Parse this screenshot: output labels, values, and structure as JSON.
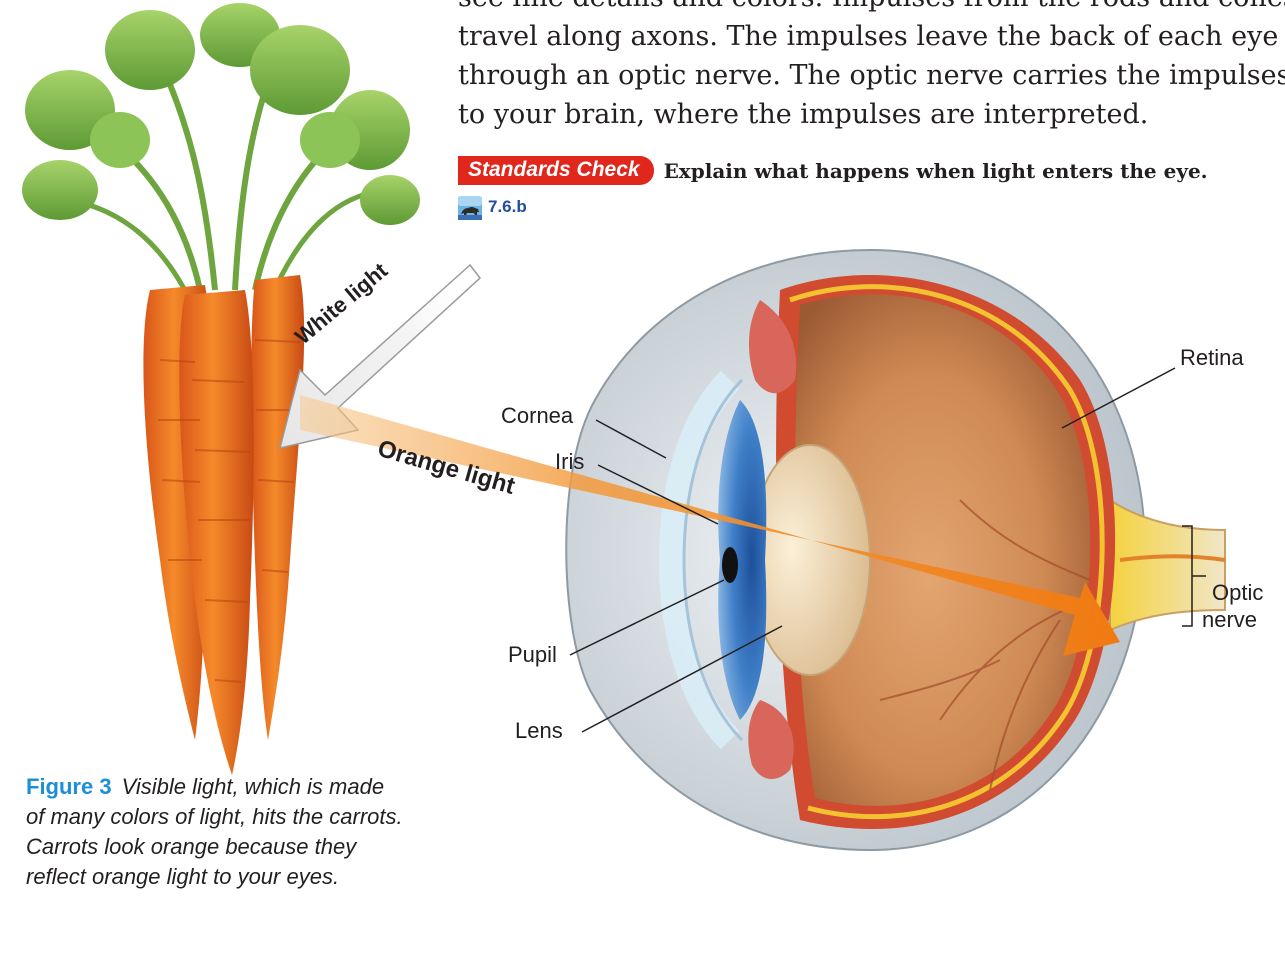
{
  "body_text": [
    "see fine details and colors. Impulses from the rods and cones",
    "travel along axons. The impulses leave the back of each eye",
    "through an optic nerve. The optic nerve carries the impulses",
    "to your brain, where the impulses are interpreted."
  ],
  "standards_check": {
    "badge": "Standards Check",
    "question": "Explain what happens when light enters the eye.",
    "code": "7.6.b"
  },
  "arrows": {
    "white_light": "White light",
    "orange_light": "Orange light"
  },
  "eye_labels": {
    "cornea": "Cornea",
    "iris": "Iris",
    "pupil": "Pupil",
    "lens": "Lens",
    "retina": "Retina",
    "optic_nerve_line1": "Optic",
    "optic_nerve_line2": "nerve"
  },
  "caption": {
    "figure_number": "Figure 3",
    "text": "Visible light, which is made of many colors of light, hits the carrots. Carrots look orange because they reflect orange light to your eyes."
  },
  "colors": {
    "figure_blue": "#1c8fd6",
    "standards_red": "#e1261c",
    "carrot_orange": "#ef7a1e",
    "eye_interior": "#c98858",
    "retina_yellow": "#f2c230",
    "iris_blue": "#3f7fc8"
  }
}
